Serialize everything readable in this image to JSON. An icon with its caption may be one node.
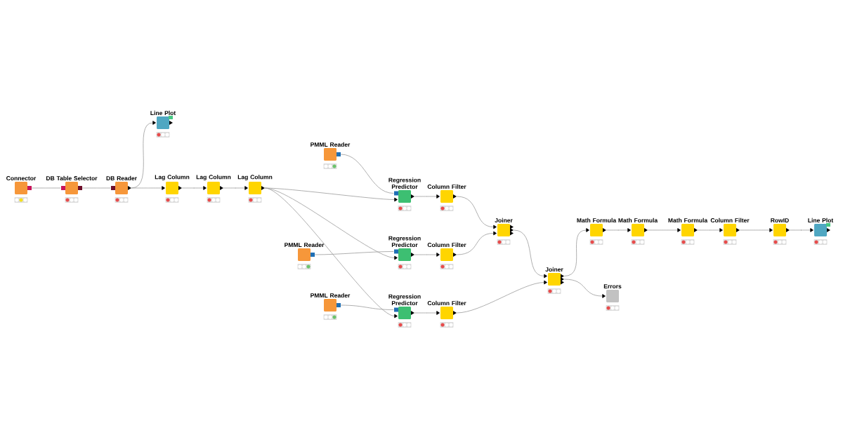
{
  "diagram": {
    "nodes": [
      {
        "text": [
          "Connector"
        ]
      },
      {
        "text": [
          "DB Table Selector"
        ]
      },
      {
        "text": [
          "DB Reader"
        ]
      },
      {
        "text": [
          "Line Plot"
        ]
      },
      {
        "text": [
          "Lag Column"
        ]
      },
      {
        "text": [
          "Lag Column"
        ]
      },
      {
        "text": [
          "Lag Column"
        ]
      },
      {
        "text": [
          "PMML Reader"
        ]
      },
      {
        "text": [
          "Regression Predictor"
        ]
      },
      {
        "text": [
          "Column Filter"
        ]
      },
      {
        "text": [
          "PMML Reader"
        ]
      },
      {
        "text": [
          "Regression Predictor"
        ]
      },
      {
        "text": [
          "Column Filter"
        ]
      },
      {
        "text": [
          "Joiner"
        ]
      },
      {
        "text": [
          "PMML Reader"
        ]
      },
      {
        "text": [
          "Regression Predictor"
        ]
      },
      {
        "text": [
          "Column Filter"
        ]
      },
      {
        "text": [
          "Joiner"
        ]
      },
      {
        "text": [
          "Math Formula"
        ]
      },
      {
        "text": [
          "Math Formula"
        ]
      },
      {
        "text": [
          "Math Formula"
        ]
      },
      {
        "text": [
          "Column Filter"
        ]
      },
      {
        "text": [
          "RowID"
        ]
      },
      {
        "text": [
          "Line Plot"
        ]
      },
      {
        "text": [
          "Errors"
        ]
      }
    ],
    "edges": [
      {
        "from": 0,
        "to": 1,
        "arrow": "none"
      },
      {
        "from": 1,
        "to": 2,
        "arrow": "none"
      },
      {
        "from": 2,
        "to": 3,
        "arrow": "to"
      },
      {
        "from": 2,
        "to": 4,
        "arrow": "to"
      },
      {
        "from": 4,
        "to": 5,
        "arrow": "to"
      },
      {
        "from": 5,
        "to": 6,
        "arrow": "to"
      },
      {
        "from": 7,
        "to": 8,
        "arrow": "none"
      },
      {
        "from": 6,
        "to": 8,
        "arrow": "to"
      },
      {
        "from": 6,
        "to": 11,
        "arrow": "to"
      },
      {
        "from": 6,
        "to": 15,
        "arrow": "to"
      },
      {
        "from": 10,
        "to": 11,
        "arrow": "none"
      },
      {
        "from": 14,
        "to": 15,
        "arrow": "none"
      },
      {
        "from": 8,
        "to": 9,
        "arrow": "to"
      },
      {
        "from": 11,
        "to": 12,
        "arrow": "to"
      },
      {
        "from": 15,
        "to": 16,
        "arrow": "to"
      },
      {
        "from": 9,
        "to": 13,
        "arrow": "to"
      },
      {
        "from": 12,
        "to": 13,
        "arrow": "to"
      },
      {
        "from": 13,
        "to": 17,
        "arrow": "to"
      },
      {
        "from": 16,
        "to": 17,
        "arrow": "to"
      },
      {
        "from": 17,
        "to": 18,
        "arrow": "to"
      },
      {
        "from": 17,
        "to": 24,
        "arrow": "to"
      },
      {
        "from": 18,
        "to": 19,
        "arrow": "to"
      },
      {
        "from": 19,
        "to": 20,
        "arrow": "to"
      },
      {
        "from": 20,
        "to": 21,
        "arrow": "to"
      },
      {
        "from": 21,
        "to": 22,
        "arrow": "to"
      },
      {
        "from": 22,
        "to": 23,
        "arrow": "to"
      }
    ]
  }
}
